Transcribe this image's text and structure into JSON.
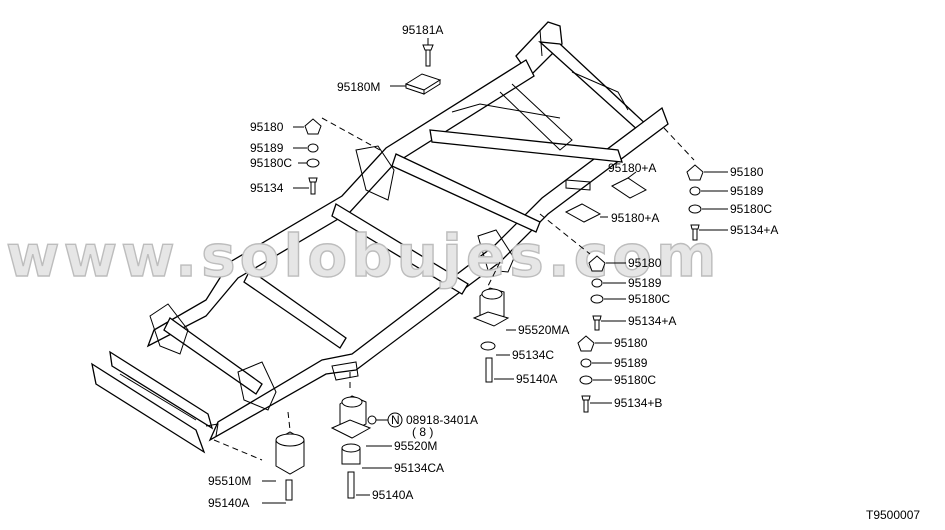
{
  "diagram_id": "T9500007",
  "watermark": "www.solobujes.com",
  "labels": {
    "p95181A": "95181A",
    "p95180M": "95180M",
    "p95180_l": "95180",
    "p95189_l": "95189",
    "p95180C_l": "95180C",
    "p95134_l": "95134",
    "p95180A_1": "95180+A",
    "p95180A_2": "95180+A",
    "p95180_r1": "95180",
    "p95189_r1": "95189",
    "p95180C_r1": "95180C",
    "p95134A_r1": "95134+A",
    "p95180_r2": "95180",
    "p95189_r2": "95189",
    "p95180C_r2": "95180C",
    "p95134A_r2": "95134+A",
    "p95520MA": "95520MA",
    "p95134C": "95134C",
    "p95140A_mid": "95140A",
    "p95180_r3": "95180",
    "p95189_r3": "95189",
    "p95180C_r3": "95180C",
    "p95134B_r3": "95134+B",
    "p08918": "08918-3401A",
    "p08918_qty": "( 8 )",
    "p08918_sym": "N",
    "p95520M": "95520M",
    "p95134CA": "95134CA",
    "p95140A_bc": "95140A",
    "p95510M": "95510M",
    "p95140A_bl": "95140A"
  },
  "colors": {
    "line": "#000000",
    "watermark_fill": "#e6e6e6",
    "watermark_stroke": "#bdbdbd"
  }
}
